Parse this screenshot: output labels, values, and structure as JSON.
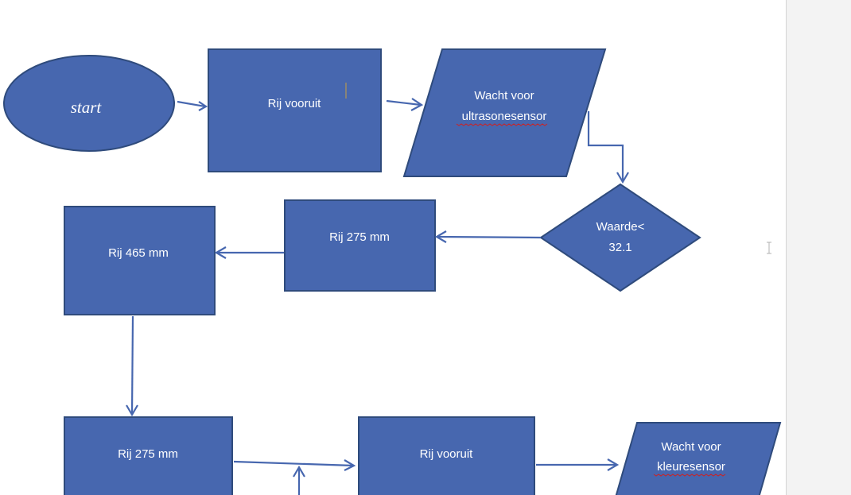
{
  "diagram": {
    "nodes": {
      "start": "start",
      "drive_forward_1": "Rij vooruit",
      "wait_ultrasonic_line1": "Wacht voor",
      "wait_ultrasonic_line2": "ultrasonesensor",
      "decision_line1": "Waarde<",
      "decision_line2": "32.1",
      "drive_275_1": "Rij 275 mm",
      "drive_465": "Rij 465 mm",
      "drive_275_2": "Rij 275 mm",
      "drive_forward_2": "Rij vooruit",
      "wait_color_line1": "Wacht voor",
      "wait_color_line2": "kleuresensor"
    },
    "colors": {
      "shape_fill": "#4767AF",
      "shape_stroke": "#2F4B7C",
      "connector": "#4767AF",
      "text": "#ffffff",
      "spellcheck": "#d02020"
    }
  }
}
